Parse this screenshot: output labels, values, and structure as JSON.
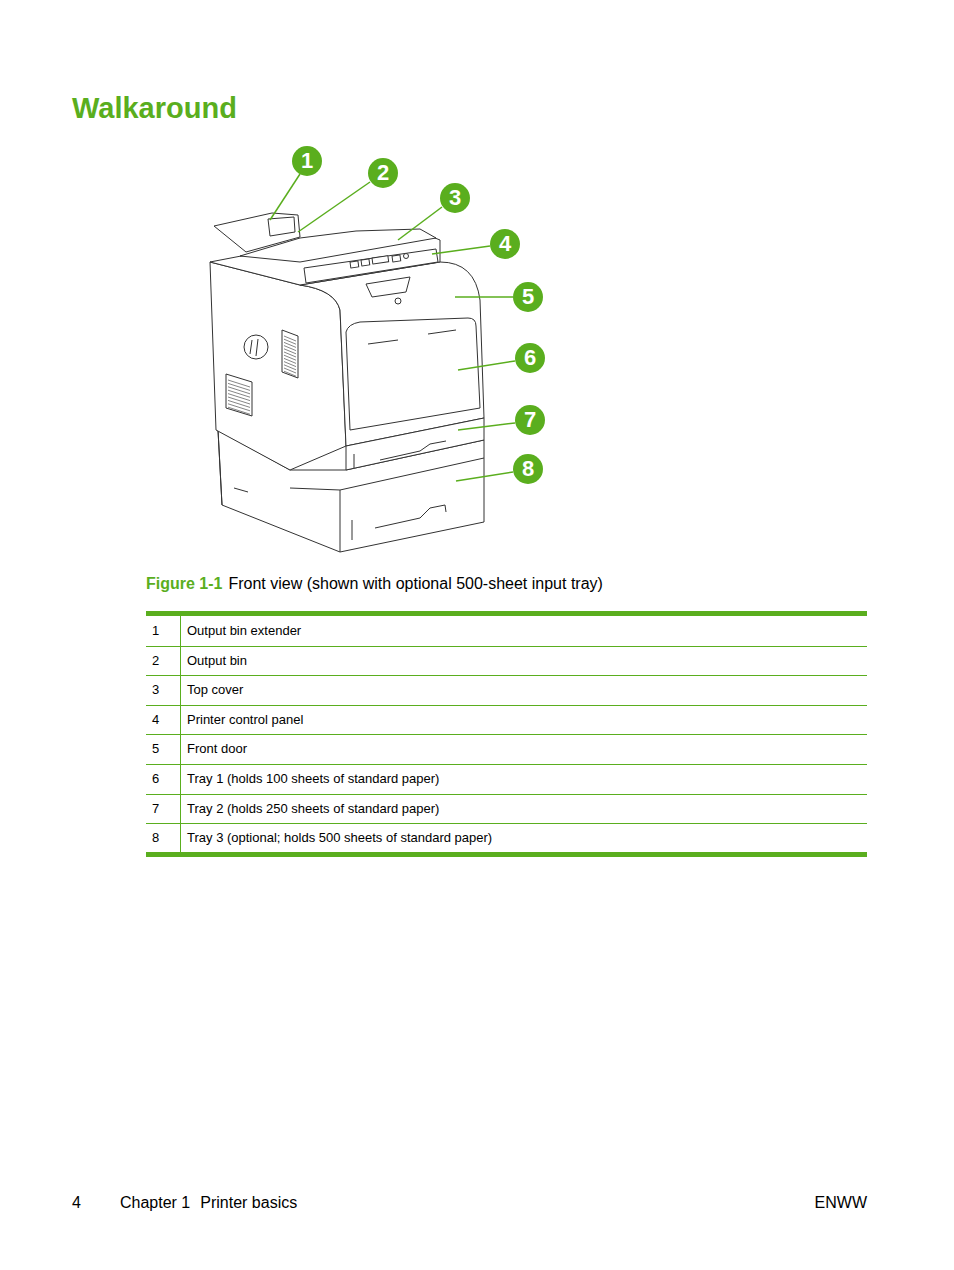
{
  "diagram": {
    "title": "Walkaround",
    "caption": "Front view (shown with optional 500-sheet input tray)",
    "nodes": [
      {
        "text": [
          "1"
        ]
      },
      {
        "text": [
          "2"
        ]
      },
      {
        "text": [
          "3"
        ]
      },
      {
        "text": [
          "4"
        ]
      },
      {
        "text": [
          "5"
        ]
      },
      {
        "text": [
          "6"
        ]
      },
      {
        "text": [
          "7"
        ]
      },
      {
        "text": [
          "8"
        ]
      }
    ],
    "labels": [
      "Figure 1-1",
      "1",
      "Output bin extender",
      "2",
      "Output bin",
      "3",
      "Top cover",
      "4",
      "Printer control panel",
      "5",
      "Front door",
      "6",
      "Tray 1 (holds 100 sheets of standard paper)",
      "7",
      "Tray 2 (holds 250 sheets of standard paper)",
      "8",
      "Tray 3 (optional; holds 500 sheets of standard paper)",
      "4",
      "Chapter 1",
      "Printer basics",
      "ENWW"
    ]
  }
}
